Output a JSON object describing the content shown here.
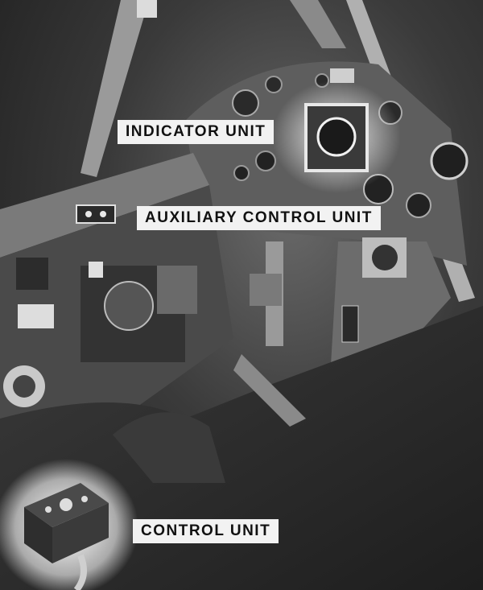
{
  "image": {
    "callouts": {
      "indicator_unit": "INDICATOR UNIT",
      "auxiliary_control_unit": "AUXILIARY CONTROL UNIT",
      "control_unit": "CONTROL UNIT"
    },
    "palette": {
      "background": "#2b2b2b",
      "panel": "#5a5a5a",
      "highlight": "#e8e8e8",
      "label_bg": "#f2f2f2",
      "label_text": "#111111"
    }
  }
}
